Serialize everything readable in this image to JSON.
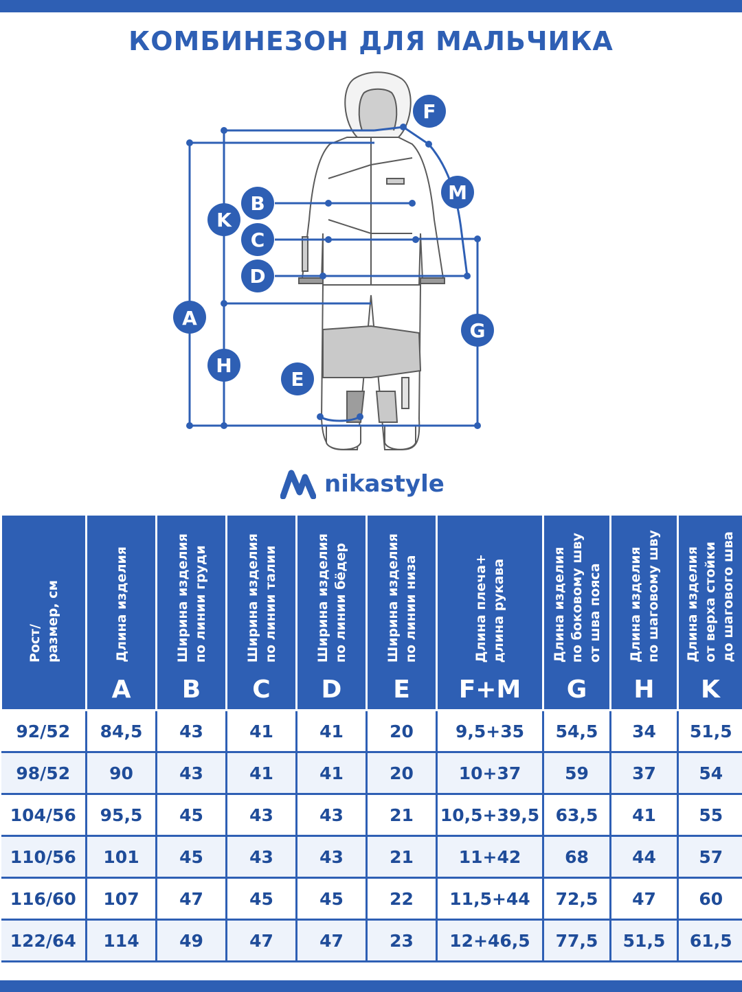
{
  "title": "КОМБИНЕЗОН ДЛЯ МАЛЬЧИКА",
  "brand": {
    "name": "nikastyle",
    "color": "#2e5fb4"
  },
  "diagram_labels": [
    "A",
    "B",
    "C",
    "D",
    "E",
    "F",
    "G",
    "H",
    "K",
    "M"
  ],
  "table": {
    "headers": [
      {
        "text": "Рост/\nразмер, см",
        "letter": ""
      },
      {
        "text": "Длина изделия",
        "letter": "A"
      },
      {
        "text": "Ширина изделия\nпо линии груди",
        "letter": "B"
      },
      {
        "text": "Ширина изделия\nпо линии талии",
        "letter": "C"
      },
      {
        "text": "Ширина изделия\nпо линии бёдер",
        "letter": "D"
      },
      {
        "text": "Ширина изделия\nпо линии низа",
        "letter": "E"
      },
      {
        "text": "Длина плеча+\nдлина рукава",
        "letter": "F+M"
      },
      {
        "text": "Длина изделия\nпо боковому шву\nот шва пояса",
        "letter": "G"
      },
      {
        "text": "Длина изделия\nпо шаговому шву",
        "letter": "H"
      },
      {
        "text": "Длина изделия\nот верха стойки\nдо шагового шва",
        "letter": "K"
      }
    ],
    "rows": [
      [
        "92/52",
        "84,5",
        "43",
        "41",
        "41",
        "20",
        "9,5+35",
        "54,5",
        "34",
        "51,5"
      ],
      [
        "98/52",
        "90",
        "43",
        "41",
        "41",
        "20",
        "10+37",
        "59",
        "37",
        "54"
      ],
      [
        "104/56",
        "95,5",
        "45",
        "43",
        "43",
        "21",
        "10,5+39,5",
        "63,5",
        "41",
        "55"
      ],
      [
        "110/56",
        "101",
        "45",
        "43",
        "43",
        "21",
        "11+42",
        "68",
        "44",
        "57"
      ],
      [
        "116/60",
        "107",
        "47",
        "45",
        "45",
        "22",
        "11,5+44",
        "72,5",
        "47",
        "60"
      ],
      [
        "122/64",
        "114",
        "49",
        "47",
        "47",
        "23",
        "12+46,5",
        "77,5",
        "51,5",
        "61,5"
      ]
    ]
  }
}
